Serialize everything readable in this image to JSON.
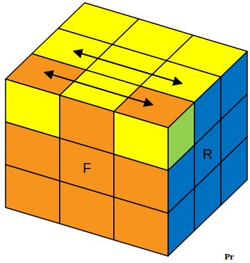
{
  "diagram": {
    "labels": [
      "F",
      "R",
      "Pr"
    ]
  }
}
